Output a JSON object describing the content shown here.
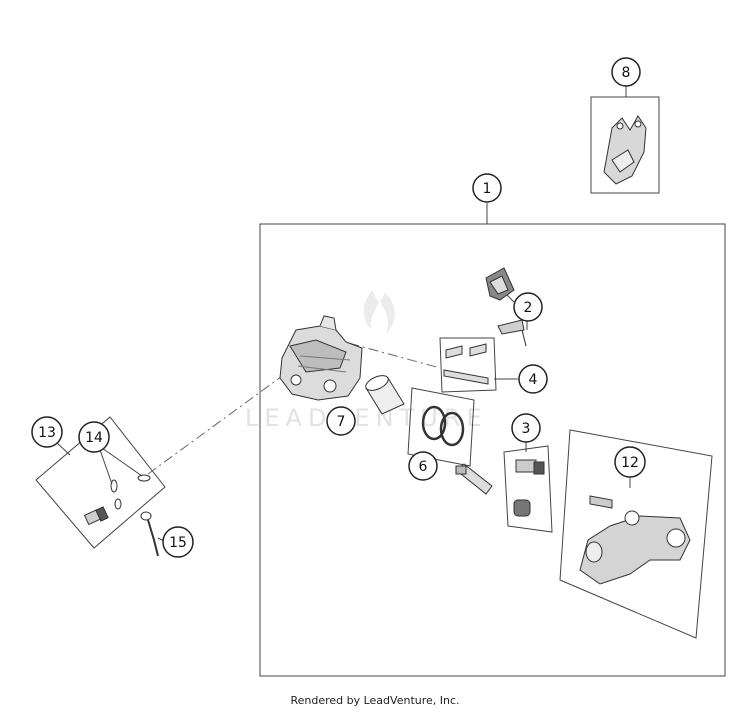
{
  "callouts": {
    "c1": "1",
    "c2": "2",
    "c3": "3",
    "c4": "4",
    "c6": "6",
    "c7": "7",
    "c8": "8",
    "c12": "12",
    "c13": "13",
    "c14": "14",
    "c15": "15"
  },
  "watermark": {
    "text": "LEADVENTURE"
  },
  "footer": {
    "text": "Rendered by LeadVenture, Inc."
  }
}
